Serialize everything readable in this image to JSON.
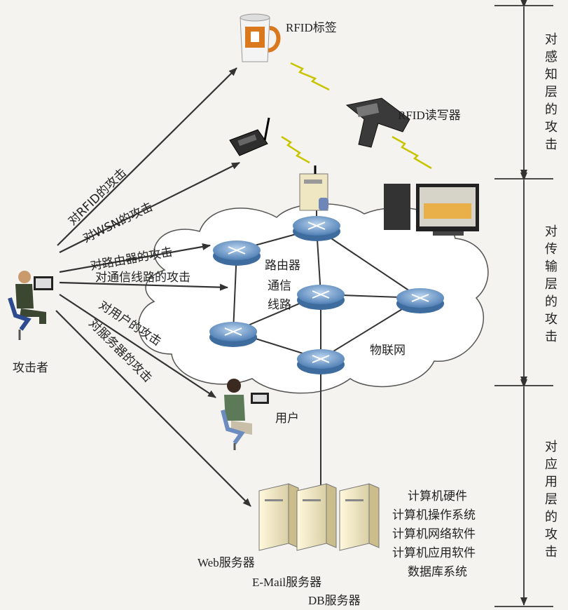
{
  "devices": {
    "rfid_tag": "RFID标签",
    "rfid_reader": "RFID读写器",
    "router": "路由器",
    "comm_line_1": "通信",
    "comm_line_2": "线路",
    "iot_network": "物联网",
    "user": "用户",
    "attacker": "攻击者"
  },
  "attacks": {
    "rfid": "对RFID的攻击",
    "wsn": "对WSN的攻击",
    "router": "对路由器的攻击",
    "comm_line": "对通信线路的攻击",
    "user": "对用户的攻击",
    "server": "对服务器的攻击"
  },
  "servers": {
    "web": "Web服务器",
    "email": "E-Mail服务器",
    "db": "DB服务器"
  },
  "server_components": [
    "计算机硬件",
    "计算机操作系统",
    "计算机网络软件",
    "计算机应用软件",
    "数据库系统"
  ],
  "layers": {
    "perception": [
      "对",
      "感",
      "知",
      "层",
      "的",
      "攻",
      "击"
    ],
    "transport": [
      "对",
      "传",
      "输",
      "层",
      "的",
      "攻",
      "击"
    ],
    "application": [
      "对",
      "应",
      "用",
      "层",
      "的",
      "攻",
      "击"
    ]
  }
}
